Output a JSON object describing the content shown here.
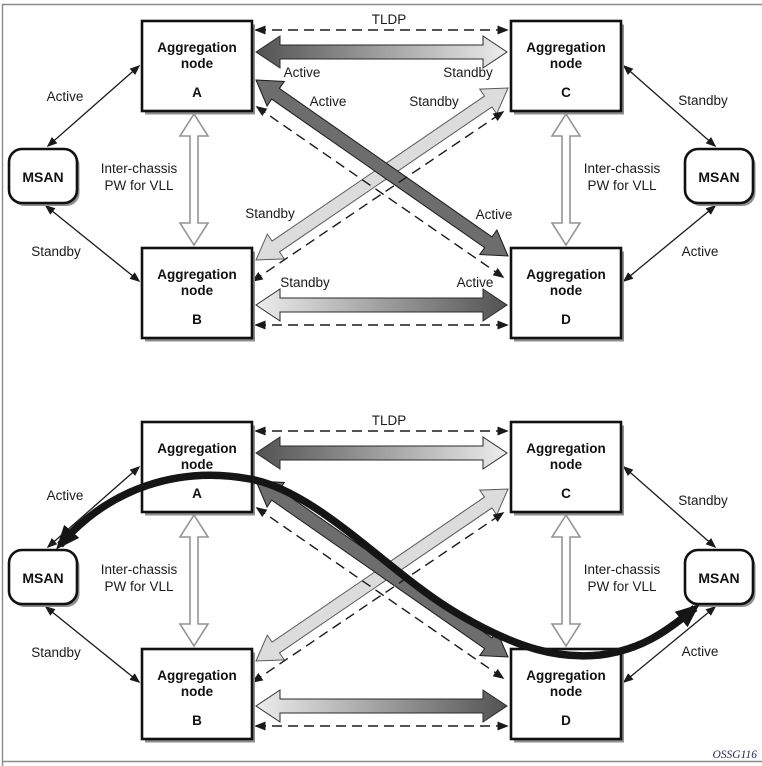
{
  "figure": {
    "code": "OSSG116"
  },
  "colors": {
    "arrow_dark": "#6d6d6d",
    "arrow_light": "#dcdcdc",
    "gradient_dark": "#525252",
    "gradient_light": "#ededed",
    "path_highlight": "#151515"
  },
  "top": {
    "tldp": "TLDP",
    "node_a": {
      "l1": "Aggregation",
      "l2": "node",
      "l3": "A"
    },
    "node_b": {
      "l1": "Aggregation",
      "l2": "node",
      "l3": "B"
    },
    "node_c": {
      "l1": "Aggregation",
      "l2": "node",
      "l3": "C"
    },
    "node_d": {
      "l1": "Aggregation",
      "l2": "node",
      "l3": "D"
    },
    "msan_left": "MSAN",
    "msan_right": "MSAN",
    "link_msan_a": "Active",
    "link_msan_b": "Standby",
    "link_msan_c": "Standby",
    "link_msan_d": "Active",
    "pw_left": {
      "l1": "Inter-chassis",
      "l2": "PW for VLL"
    },
    "pw_right": {
      "l1": "Inter-chassis",
      "l2": "PW for VLL"
    },
    "ac_near_a": "Active",
    "ac_near_c": "Standby",
    "diag_ad_near_a": "Active",
    "diag_ad_near_d": "Active",
    "diag_bc_near_b": "Standby",
    "diag_bc_near_c": "Standby",
    "bd_near_b": "Standby",
    "bd_near_d": "Active"
  },
  "bottom": {
    "tldp": "TLDP",
    "node_a": {
      "l1": "Aggregation",
      "l2": "node",
      "l3": "A"
    },
    "node_b": {
      "l1": "Aggregation",
      "l2": "node",
      "l3": "B"
    },
    "node_c": {
      "l1": "Aggregation",
      "l2": "node",
      "l3": "C"
    },
    "node_d": {
      "l1": "Aggregation",
      "l2": "node",
      "l3": "D"
    },
    "msan_left": "MSAN",
    "msan_right": "MSAN",
    "link_msan_a": "Active",
    "link_msan_b": "Standby",
    "link_msan_c": "Standby",
    "link_msan_d": "Active",
    "pw_left": {
      "l1": "Inter-chassis",
      "l2": "PW for VLL"
    },
    "pw_right": {
      "l1": "Inter-chassis",
      "l2": "PW for VLL"
    }
  }
}
